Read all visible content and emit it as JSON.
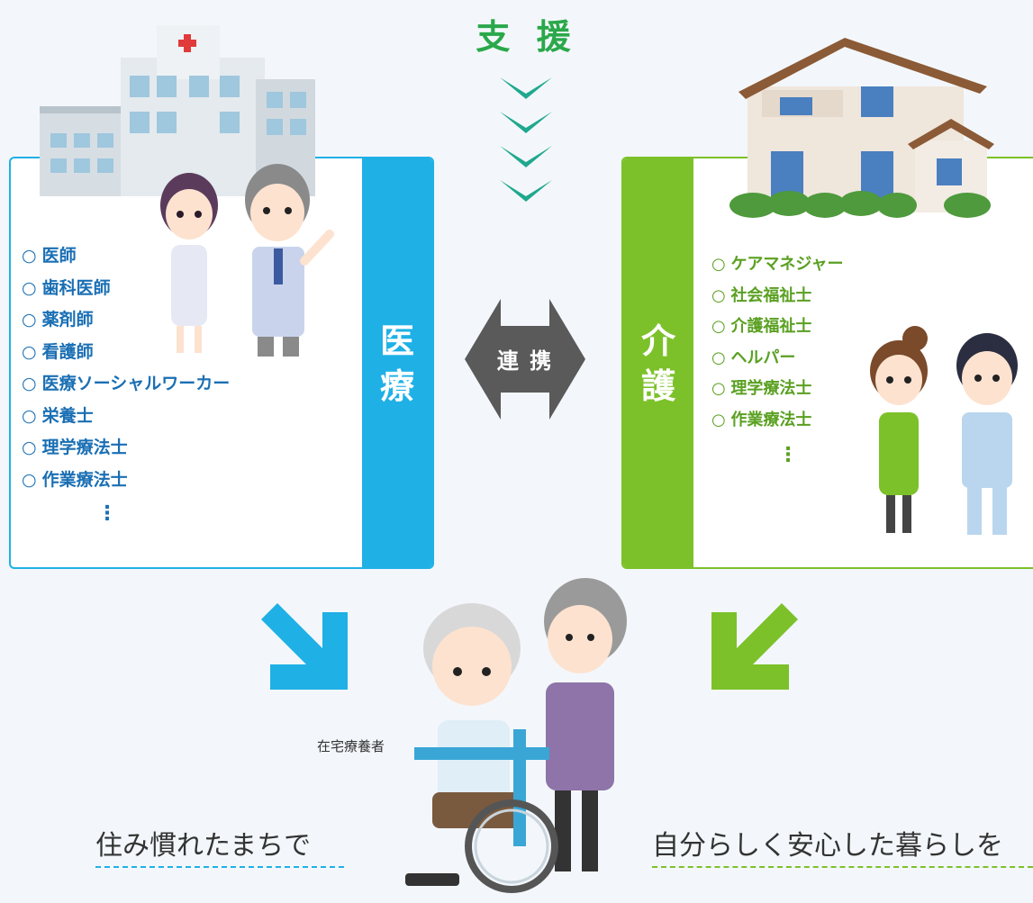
{
  "support": {
    "title": "支 援"
  },
  "collaboration": {
    "label": "連 携"
  },
  "medical": {
    "label_top": "医",
    "label_bottom": "療",
    "roles": [
      "医師",
      "歯科医師",
      "薬剤師",
      "看護師",
      "医療ソーシャルワーカー",
      "栄養士",
      "理学療法士",
      "作業療法士"
    ],
    "more": "⋮"
  },
  "care": {
    "label_top": "介",
    "label_bottom": "護",
    "roles": [
      "ケアマネジャー",
      "社会福祉士",
      "介護福祉士",
      "ヘルパー",
      "理学療法士",
      "作業療法士"
    ],
    "more": "⋮"
  },
  "patient": {
    "label": "在宅療養者"
  },
  "taglines": {
    "left": "住み慣れたまちで",
    "right": "自分らしく安心した暮らしを"
  },
  "colors": {
    "medical": "#1fb0e6",
    "care": "#7cc12a",
    "support": "#2aa84a",
    "collaboration": "#5a5a5a"
  }
}
